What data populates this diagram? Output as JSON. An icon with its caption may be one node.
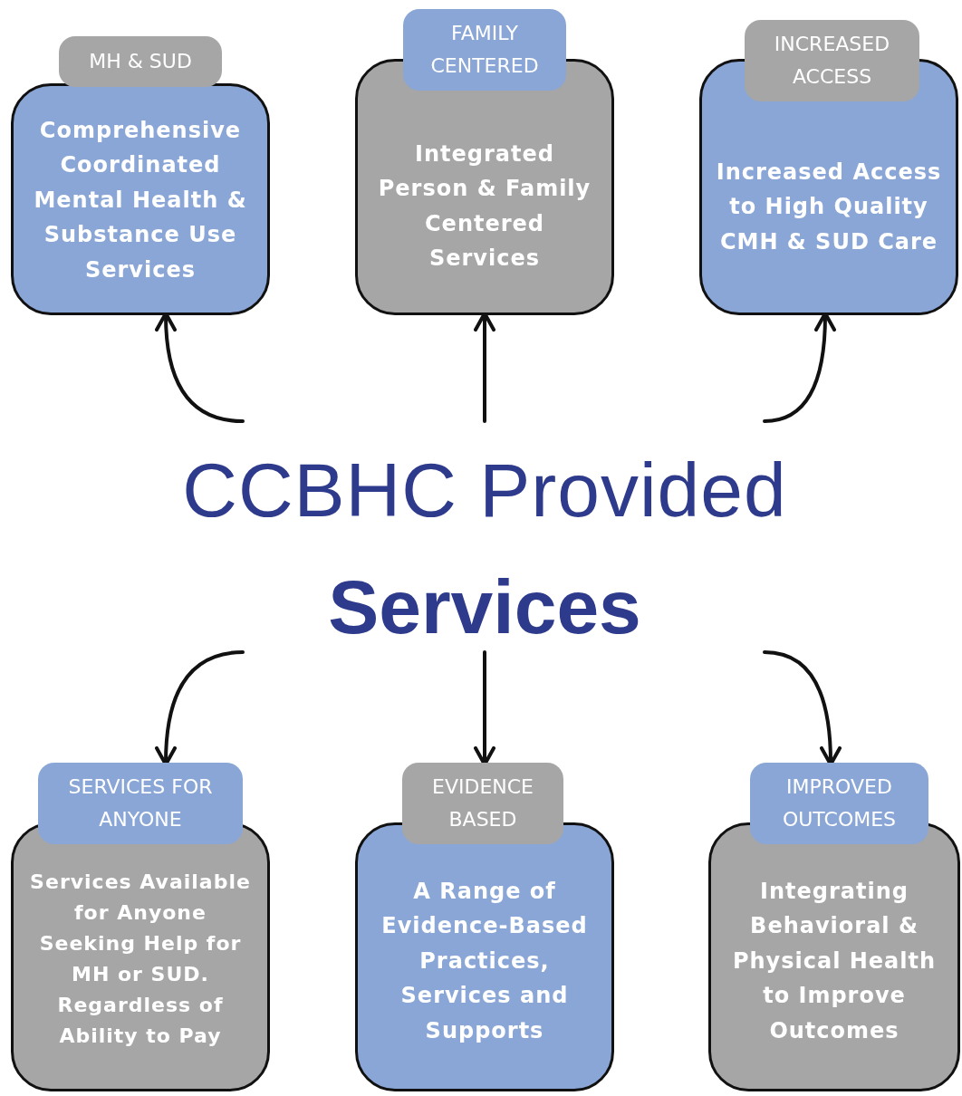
{
  "diagram": {
    "nodes": [
      {
        "text": [
          "CCBHC Provided",
          "Services"
        ]
      },
      {
        "text": [
          "MH & SUD",
          "Comprehensive Coordinated Mental Health & Substance Use Services"
        ]
      },
      {
        "text": [
          "FAMILY CENTERED",
          "Integrated Person & Family Centered Services"
        ]
      },
      {
        "text": [
          "INCREASED ACCESS",
          "Increased Access to High Quality CMH & SUD Care"
        ]
      },
      {
        "text": [
          "SERVICES FOR ANYONE",
          "Services Available for Anyone Seeking Help for MH or SUD. Regardless of Ability to Pay"
        ]
      },
      {
        "text": [
          "EVIDENCE BASED",
          "A Range of Evidence-Based Practices, Services and Supports"
        ]
      },
      {
        "text": [
          "IMPROVED OUTCOMES",
          "Integrating Behavioral & Physical Health to Improve Outcomes"
        ]
      }
    ],
    "edges": [
      {
        "from": 0,
        "to": 1,
        "arrow": "to"
      },
      {
        "from": 0,
        "to": 2,
        "arrow": "to"
      },
      {
        "from": 0,
        "to": 3,
        "arrow": "to"
      },
      {
        "from": 0,
        "to": 4,
        "arrow": "to"
      },
      {
        "from": 0,
        "to": 5,
        "arrow": "to"
      },
      {
        "from": 0,
        "to": 6,
        "arrow": "to"
      }
    ]
  }
}
